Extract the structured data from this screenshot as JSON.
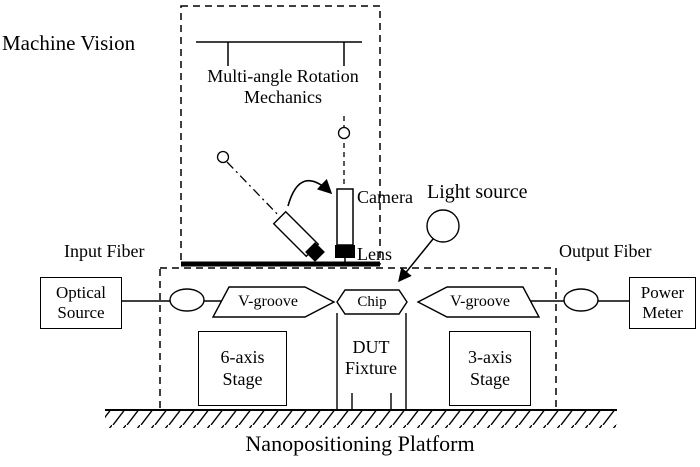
{
  "labels": {
    "machine_vision": "Machine Vision",
    "rotation_mechanics": "Multi-angle Rotation Mechanics",
    "camera": "Camera",
    "lens": "Lens",
    "light_source": "Light source",
    "input_fiber": "Input Fiber",
    "output_fiber": "Output Fiber",
    "optical_source": "Optical Source",
    "power_meter": "Power Meter",
    "v_groove": "V-groove",
    "chip": "Chip",
    "six_axis_stage": "6-axis Stage",
    "dut_fixture": "DUT Fixture",
    "three_axis_stage": "3-axis Stage",
    "nanopositioning_platform": "Nanopositioning Platform"
  },
  "colors": {
    "ink": "#000000",
    "background": "#ffffff"
  }
}
